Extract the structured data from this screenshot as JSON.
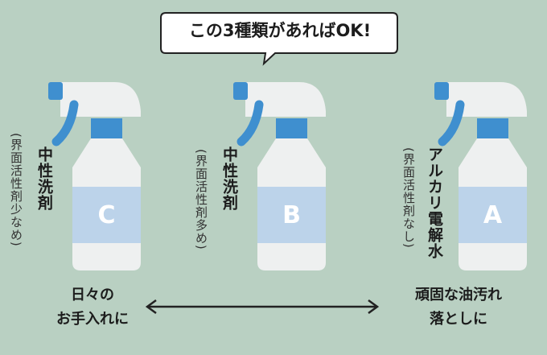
{
  "bubble": {
    "text": "この3種類があればOK!"
  },
  "bottles": [
    {
      "letter": "C",
      "name": "中性洗剤",
      "note": "(界面活性剤少なめ)"
    },
    {
      "letter": "B",
      "name": "中性洗剤",
      "note": "(界面活性剤多め)"
    },
    {
      "letter": "A",
      "name": "アルカリ電解水",
      "note": "(界面活性剤なし)"
    }
  ],
  "scale": {
    "left": [
      "日々の",
      "お手入れに"
    ],
    "right": [
      "頑固な油汚れ",
      "落としに"
    ]
  },
  "colors": {
    "background": "#b9d0c2",
    "bottle": "#eef0f0",
    "blue": "#3f8fcf",
    "label": "#bcd3ea"
  }
}
